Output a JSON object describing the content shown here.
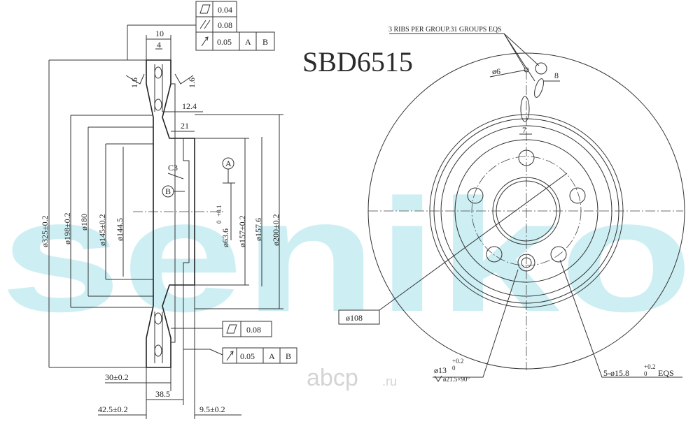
{
  "part_number": "SBD6515",
  "watermark": "seniko",
  "site_logo": {
    "name": "abcp",
    "domain": ".ru"
  },
  "colors": {
    "watermark": "#cdeff4",
    "lines": "#333333",
    "logo": "#d4d4d4"
  },
  "ribs_note": "3 RIBS PER GROUP.31 GROUPS EQS",
  "tolerance_frames": {
    "top": [
      {
        "symbol": "flatness-icon",
        "value": "0.04"
      },
      {
        "symbol": "parallelism-icon",
        "value": "0.08"
      },
      {
        "symbol": "runout-icon",
        "value": "0.05",
        "datum1": "A",
        "datum2": "B"
      }
    ],
    "bottom_flatness": {
      "symbol": "flatness-icon",
      "value": "0.08"
    },
    "bottom_runout": {
      "symbol": "runout-icon",
      "value": "0.05",
      "datum1": "A",
      "datum2": "B"
    }
  },
  "datums": {
    "a": "A",
    "b": "B"
  },
  "section_dims": {
    "width_top": "10",
    "vent": "4",
    "rough_left": "1.6",
    "rough_right": "1.6",
    "hat_step": "12.4",
    "hat_inner": "21",
    "chamfer": "C3",
    "d325": "ø325±0.2",
    "d198": "ø198±0.2",
    "d180": "ø180",
    "d145": "ø145±0.2",
    "d1445": "ø144.5",
    "d636_base": "ø63.6",
    "d636_tol": "+0.1",
    "d636_tol2": "0",
    "d157": "ø157±0.2",
    "d1576": "ø157.6",
    "d200": "ø200±0.2",
    "h30": "30±0.2",
    "h385": "38.5",
    "h425": "42.5±0.2",
    "h95": "9.5±0.2"
  },
  "face_dims": {
    "d6": "ø6",
    "d8": "8",
    "d7": "7",
    "d108": "ø108",
    "d13_base": "ø13",
    "d13_tol_up": "+0.2",
    "d13_tol_low": "0",
    "d13_csk": "ø21.5×90°",
    "bolt_base": "5-ø15.8",
    "bolt_tol_up": "+0.2",
    "bolt_tol_low": "0",
    "bolt_suffix": "EQS"
  }
}
